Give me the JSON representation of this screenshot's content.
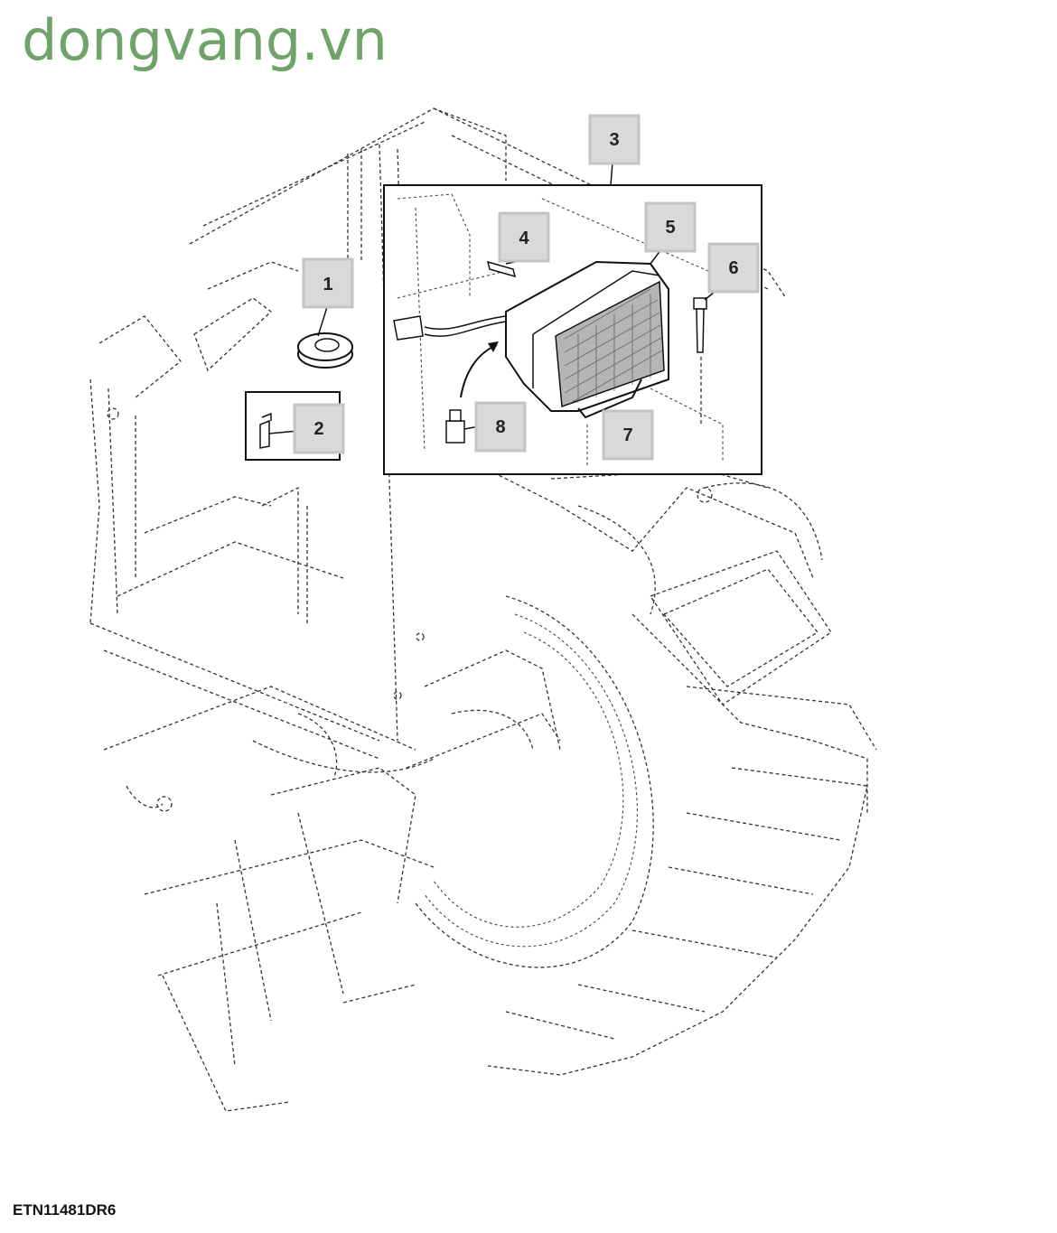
{
  "watermark": "dongvang.vn",
  "figure_id": "ETN11481DR6",
  "callouts": [
    "1",
    "2",
    "3",
    "4",
    "5",
    "6",
    "7",
    "8"
  ],
  "colors": {
    "watermark": "#6fa36a",
    "callout_fill": "#d9d9d9",
    "line": "#111111"
  }
}
